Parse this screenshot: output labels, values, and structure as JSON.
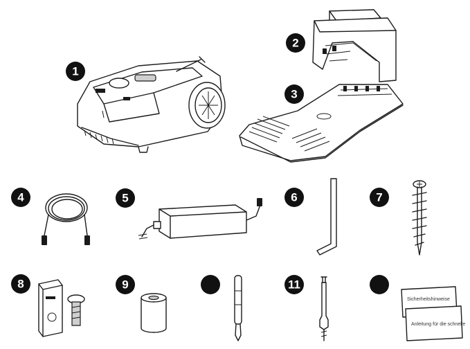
{
  "items": [
    {
      "number": "1",
      "name": "robotic-lawn-mower"
    },
    {
      "number": "2",
      "name": "charging-station-cover"
    },
    {
      "number": "3",
      "name": "charging-station-base"
    },
    {
      "number": "4",
      "name": "extension-cable"
    },
    {
      "number": "5",
      "name": "power-supply"
    },
    {
      "number": "6",
      "name": "hex-key"
    },
    {
      "number": "7",
      "name": "ground-screw"
    },
    {
      "number": "8",
      "name": "bracket-and-screw"
    },
    {
      "number": "9",
      "name": "cylinder"
    },
    {
      "number": "",
      "name": "peg"
    },
    {
      "number": "11",
      "name": "ground-anchor"
    },
    {
      "number": "",
      "name": "documents"
    }
  ],
  "documents": {
    "card_1": "Sicherheitshinweise",
    "card_2": "Anleitung für die schnelle"
  },
  "colors": {
    "ink": "#1a1a1a",
    "badge": "#111111",
    "background": "#ffffff"
  }
}
